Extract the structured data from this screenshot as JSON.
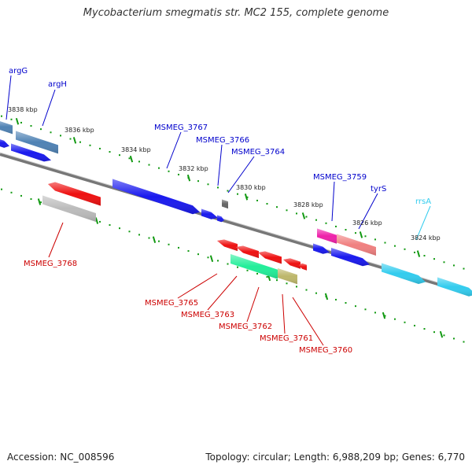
{
  "title": "Mycobacterium smegmatis str. MC2 155, complete genome",
  "accession_text": "Accession: NC_008596",
  "topology_text": "Topology: circular; Length: 6,988,209 bp; Genes: 6,770",
  "ticks": [
    "3838 kbp",
    "3836 kbp",
    "3834 kbp",
    "3832 kbp",
    "3830 kbp",
    "3828 kbp",
    "3826 kbp",
    "3824 kbp"
  ],
  "genes_top": [
    {
      "name": "argG",
      "color": "#0000cc"
    },
    {
      "name": "argH",
      "color": "#0000cc"
    },
    {
      "name": "MSMEG_3767",
      "color": "#0000cc"
    },
    {
      "name": "MSMEG_3766",
      "color": "#0000cc"
    },
    {
      "name": "MSMEG_3764",
      "color": "#0000cc"
    },
    {
      "name": "MSMEG_3759",
      "color": "#0000cc"
    },
    {
      "name": "tyrS",
      "color": "#0000cc"
    },
    {
      "name": "rrsA",
      "color": "#33ccee"
    }
  ],
  "genes_bottom": [
    {
      "name": "MSMEG_3768",
      "color": "#cc0000"
    },
    {
      "name": "MSMEG_3765",
      "color": "#cc0000"
    },
    {
      "name": "MSMEG_3763",
      "color": "#cc0000"
    },
    {
      "name": "MSMEG_3762",
      "color": "#cc0000"
    },
    {
      "name": "MSMEG_3761",
      "color": "#cc0000"
    },
    {
      "name": "MSMEG_3760",
      "color": "#cc0000"
    }
  ],
  "colors": {
    "backbone": "#777777",
    "tick_green": "#119911",
    "forward_blue": "#1a1aee",
    "steel_blue": "#4f82b4",
    "reverse_red": "#ee1111",
    "grey_gene": "#bbbbbb",
    "green_gene": "#22ee99",
    "khaki_gene": "#bdb76b",
    "magenta_gene": "#ee22aa",
    "salmon_gene": "#f08080",
    "cyan_gene": "#33ccee",
    "dark_grey_gene": "#666666"
  }
}
